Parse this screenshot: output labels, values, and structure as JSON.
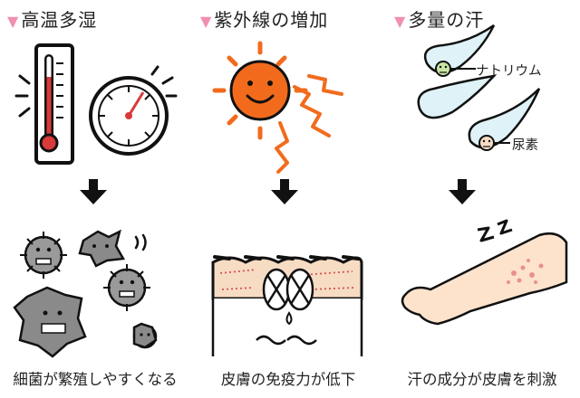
{
  "panels": [
    {
      "title": "高温多湿",
      "caption": "細菌が繁殖しやすくなる"
    },
    {
      "title": "紫外線の増加",
      "caption": "皮膚の免疫力が低下"
    },
    {
      "title": "多量の汗",
      "caption": "汗の成分が皮膚を刺激",
      "labels": {
        "sodium": "ナトリウム",
        "urea": "尿素"
      }
    }
  ],
  "colors": {
    "accent": "#f08fb0",
    "thermo_red": "#d93a3a",
    "sun_orange": "#f26b1d",
    "skin": "#f7dcc4",
    "bacteria": "#8a8a8a",
    "arrow": "#111111"
  },
  "icons": [
    "thermometer-icon",
    "clock-icon",
    "bacteria-icon",
    "sun-icon",
    "skin-layer-icon",
    "sweat-drop-icon",
    "arm-icon"
  ]
}
